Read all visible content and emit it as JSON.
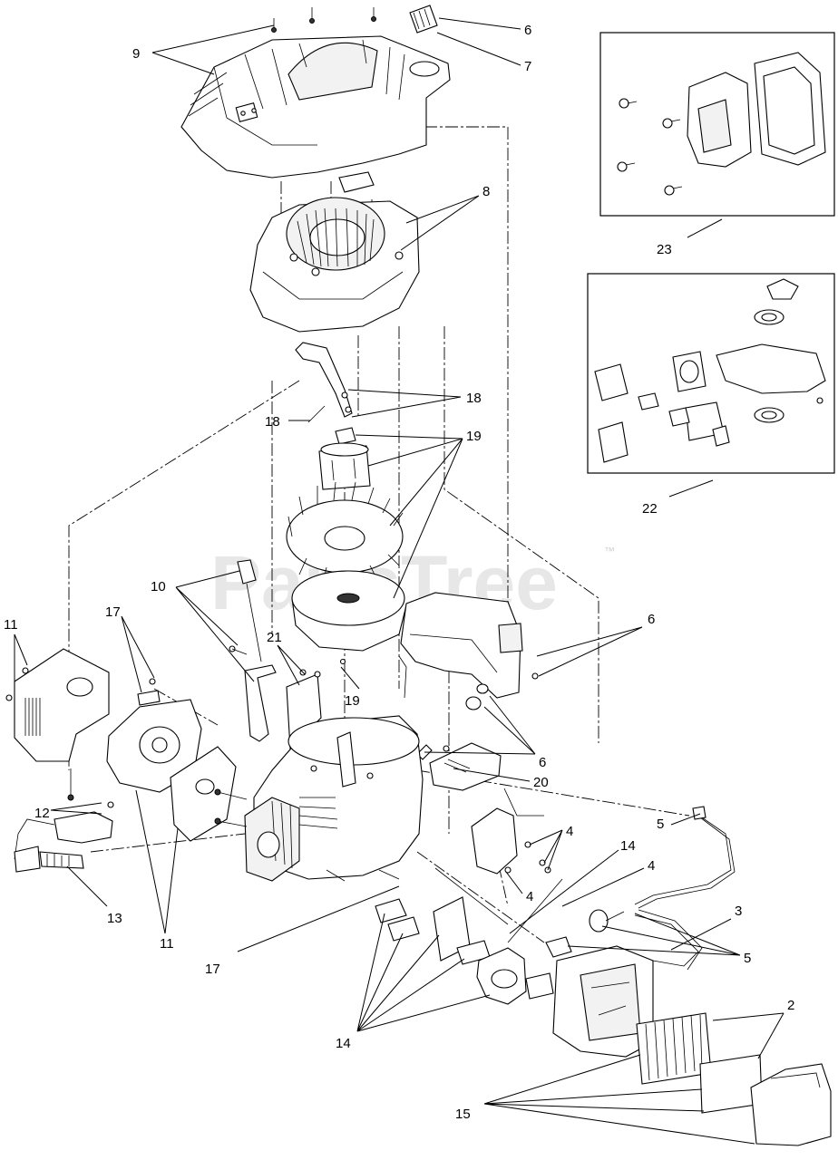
{
  "watermark": {
    "text": "PartsTree",
    "trademark": "™"
  },
  "callouts": {
    "c9": "9",
    "c6a": "6",
    "c7": "7",
    "c8": "8",
    "c18a": "18",
    "c18b": "18",
    "c19a": "19",
    "c19b": "19",
    "c10": "10",
    "c11a": "11",
    "c17a": "17",
    "c21": "21",
    "c6b": "6",
    "c6c": "6",
    "c20": "20",
    "c12": "12",
    "c4a": "4",
    "c5a": "5",
    "c14a": "14",
    "c4b": "4",
    "c4c": "4",
    "c13": "13",
    "c11b": "11",
    "c17b": "17",
    "c3": "3",
    "c5b": "5",
    "c2": "2",
    "c14b": "14",
    "c15": "15",
    "c23": "23",
    "c22": "22"
  }
}
